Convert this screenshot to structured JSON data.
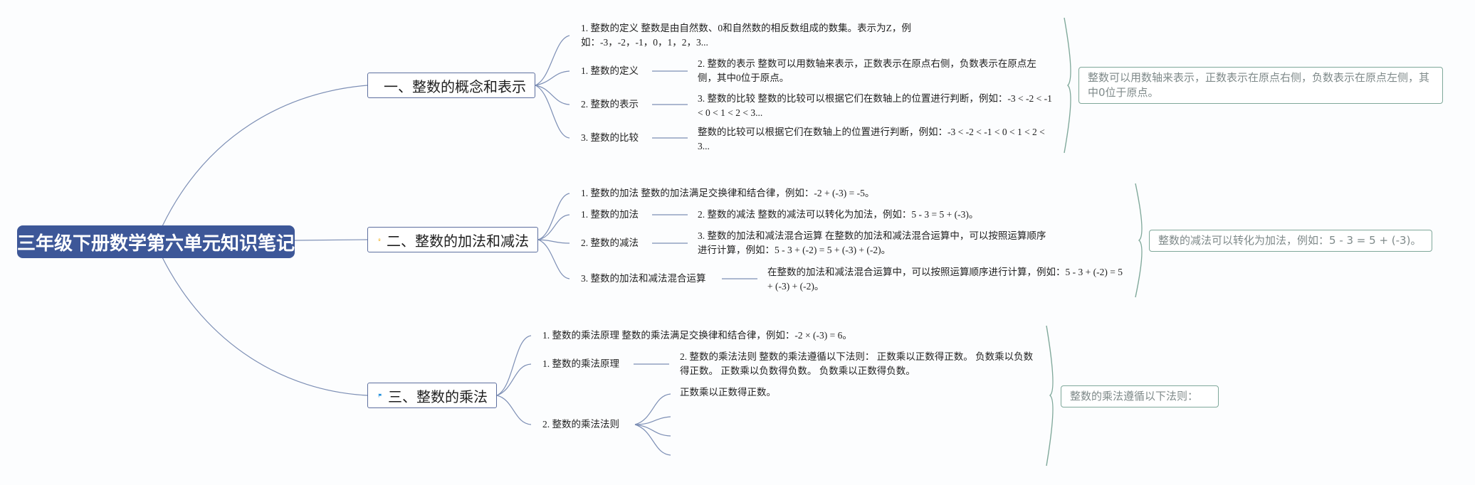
{
  "root": {
    "title": "三年级下册数学第六单元知识笔记"
  },
  "branches": [
    {
      "title": "一、整数的概念和表示",
      "icon": "flame-icon",
      "items": [
        {
          "text": "1. 整数的定义 整数是由自然数、0和自然数的相反数组成的数集。表示为Z，例如：-3，-2，-1，0，1，2，3..."
        },
        {
          "text": "1. 整数的定义",
          "detail": "2. 整数的表示 整数可以用数轴来表示，正数表示在原点右侧，负数表示在原点左侧，其中0位于原点。"
        },
        {
          "text": "2. 整数的表示",
          "detail": "3. 整数的比较 整数的比较可以根据它们在数轴上的位置进行判断，例如：-3 < -2 < -1 < 0 < 1 < 2 < 3..."
        },
        {
          "text": "3. 整数的比较",
          "detail": "整数的比较可以根据它们在数轴上的位置进行判断，例如：-3 < -2 < -1 < 0 < 1 < 2 < 3..."
        }
      ],
      "summary": "整数可以用数轴来表示，正数表示在原点右侧，负数表示在原点左侧，其中0位于原点。"
    },
    {
      "title": "二、整数的加法和减法",
      "icon": "award-medal-icon",
      "items": [
        {
          "text": "1. 整数的加法 整数的加法满足交换律和结合律，例如：-2 + (-3) = -5。"
        },
        {
          "text": "1. 整数的加法",
          "detail": "2. 整数的减法 整数的减法可以转化为加法，例如：5 - 3 = 5 + (-3)。"
        },
        {
          "text": "2. 整数的减法",
          "detail": "3. 整数的加法和减法混合运算 在整数的加法和减法混合运算中，可以按照运算顺序进行计算，例如：5 - 3 + (-2) = 5 + (-3) + (-2)。"
        },
        {
          "text": "3. 整数的加法和减法混合运算",
          "detail": "在整数的加法和减法混合运算中，可以按照运算顺序进行计算，例如：5 - 3 + (-2) = 5 + (-3) + (-2)。"
        }
      ],
      "summary": "整数的减法可以转化为加法，例如：5 - 3 = 5 + (-3)。"
    },
    {
      "title": "三、整数的乘法",
      "icon": "flag-icon",
      "items": [
        {
          "text": "1. 整数的乘法原理 整数的乘法满足交换律和结合律，例如：-2 × (-3) = 6。"
        },
        {
          "text": "1. 整数的乘法原理",
          "detail": "2. 整数的乘法法则 整数的乘法遵循以下法则： 正数乘以正数得正数。 负数乘以负数得正数。 正数乘以负数得负数。 负数乘以正数得负数。"
        },
        {
          "text": "2. 整数的乘法法则",
          "sub": [
            "正数乘以正数得正数。",
            "",
            "",
            ""
          ]
        }
      ],
      "summary": "整数的乘法遵循以下法则："
    }
  ],
  "colors": {
    "root": "#3d5798",
    "connector": "#7d8fb5",
    "summary_border": "#7fa89a",
    "summary_text": "#7f8a8a"
  }
}
